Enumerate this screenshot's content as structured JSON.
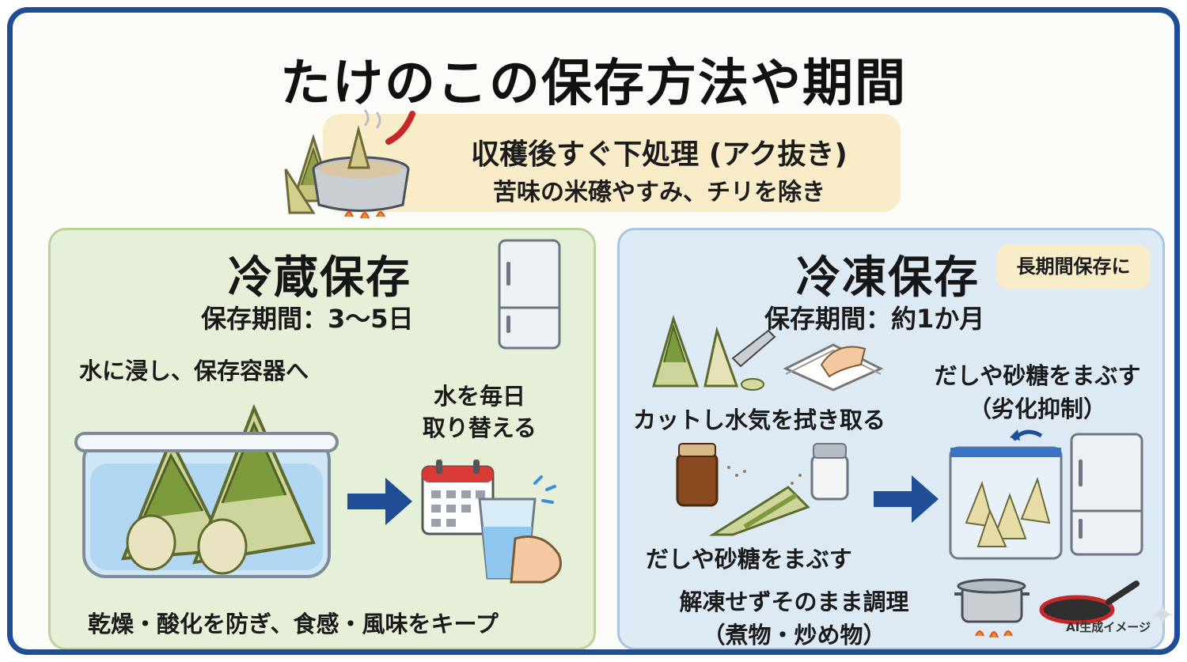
{
  "title": "たけのこの保存方法や期間",
  "prep": {
    "title": "収穫後すぐ下処理 (アク抜き)",
    "subtitle": "苦味の米礤やすみ、チリを除き"
  },
  "refrigerated": {
    "heading": "冷蔵保存",
    "period": "保存期間：3〜5日",
    "step1": "水に浸し、保存容器へ",
    "step2_line1": "水を毎日",
    "step2_line2": "取り替える",
    "footer": "乾燥・酸化を防ぎ、食感・風味をキープ"
  },
  "frozen": {
    "heading": "冷凍保存",
    "badge": "長期間保存に",
    "period": "保存期間：約1か月",
    "step1": "カットし水気を拭き取る",
    "step2": "だしや砂糖をまぶす",
    "step3_line1": "だしや砂糖をまぶす",
    "step3_line2": "（劣化抑制）",
    "step4_line1": "解凍せずそのまま調理",
    "step4_line2": "（煮物・炒め物）"
  },
  "credit": "AI生成イメージ",
  "icons": {
    "prep": "boiling-pot-icon",
    "fridge": "refrigerator-icon",
    "container": "water-container-icon",
    "calendar": "calendar-icon",
    "glass": "water-glass-icon",
    "arrow": "right-arrow-icon",
    "cut": "bamboo-knife-icon",
    "towel": "paper-towel-icon",
    "seasoning": "seasoning-jars-icon",
    "bag": "freezer-bag-icon",
    "cookware": "pot-and-pan-icon",
    "sparkle": "sparkle-icon"
  },
  "colors": {
    "frame": "#1f4e96",
    "fridge_panel": "#e6f0d8",
    "freeze_panel": "#dde9f3",
    "highlight": "#f9ecc8",
    "arrow": "#1f4e96"
  }
}
